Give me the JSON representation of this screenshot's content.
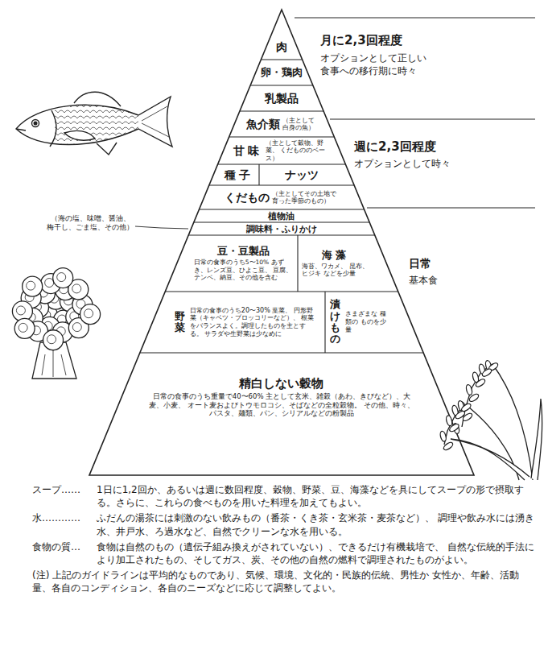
{
  "diagram": {
    "nodes": [
      {
        "text": [
          "肉"
        ]
      },
      {
        "text": [
          "卵・鶏肉"
        ]
      },
      {
        "text": [
          "乳製品"
        ]
      },
      {
        "text": [
          "魚介類",
          "（主として 白身の魚）"
        ]
      },
      {
        "text": [
          "甘味",
          "（主として穀物、野菜、 くだもののベース）"
        ]
      },
      {
        "text": [
          "種子"
        ]
      },
      {
        "text": [
          "ナッツ"
        ]
      },
      {
        "text": [
          "くだもの",
          "（主としてその土地で 育った季節のもの）"
        ]
      },
      {
        "text": [
          "植物油"
        ]
      },
      {
        "text": [
          "調味料・ふりかけ"
        ]
      },
      {
        "text": [
          "豆・豆製品",
          "日常の食事のうち5〜10% あずき、レンズ豆、ひよこ豆、 豆腐、テンペ、納豆、その他を含む"
        ]
      },
      {
        "text": [
          "海藻",
          "海苔、ワカメ、 昆布、ヒジキ などを少量"
        ]
      },
      {
        "text": [
          "野菜",
          "日常の食事のうち20〜30% 葉菜、 円形野菜（キャベツ・ブロッコリーなど）、 根菜をバランスよく。調理したものを主とする。 サラダや生野菜は少なめに"
        ]
      },
      {
        "text": [
          "漬けもの",
          "さまざまな 種類の ものを少量"
        ]
      },
      {
        "text": [
          "精白しない穀物",
          "日常の食事のうち重量で40〜60% 主として玄米、雑穀（あわ、きびなど）、大麦、小麦、 オート麦およびトウモロコシ、そばなどの全粒穀物。 その他、時々、パスタ、麺類、パン、シリアルなどの粉製品"
        ]
      }
    ],
    "labels": [
      "月に2,3回程度",
      "オプションとして正しい 食事への移行期に時々",
      "週に2,3回程度",
      "オプションとして時々",
      "日常",
      "基本食",
      "（海の塩、味噌、醤油、 梅干し、ごま塩、その他）",
      "スープ……",
      "1日に1,2回か、あるいは週に数回程度、穀物、野菜、豆、海藻などを具にしてスープの形で摂取する。さらに、これらの食べものを用いた料理を加えてもよい。",
      "水…………",
      "ふだんの湯茶には刺激のない飲みもの（番茶・くき茶・玄米茶・麦茶など）、 調理や飲み水には湧き水、井戸水、ろ過水など、自然でクリーンな水を用いる。",
      "食物の質…",
      "食物は自然のもの（遺伝子組み換えがされていない）、できるだけ有機栽培で、 自然な伝統的手法により加工されたもの、そしてガス、炭、その他の自然の燃料で調理されたものがよい。",
      "(注) 上記のガイドラインは平均的なものであり、気候、環境、文化的・民族的伝統、男性か 女性か、年齢、活動量、各自のコンディション、各自のニーズなどに応じて調整してよい。"
    ]
  }
}
